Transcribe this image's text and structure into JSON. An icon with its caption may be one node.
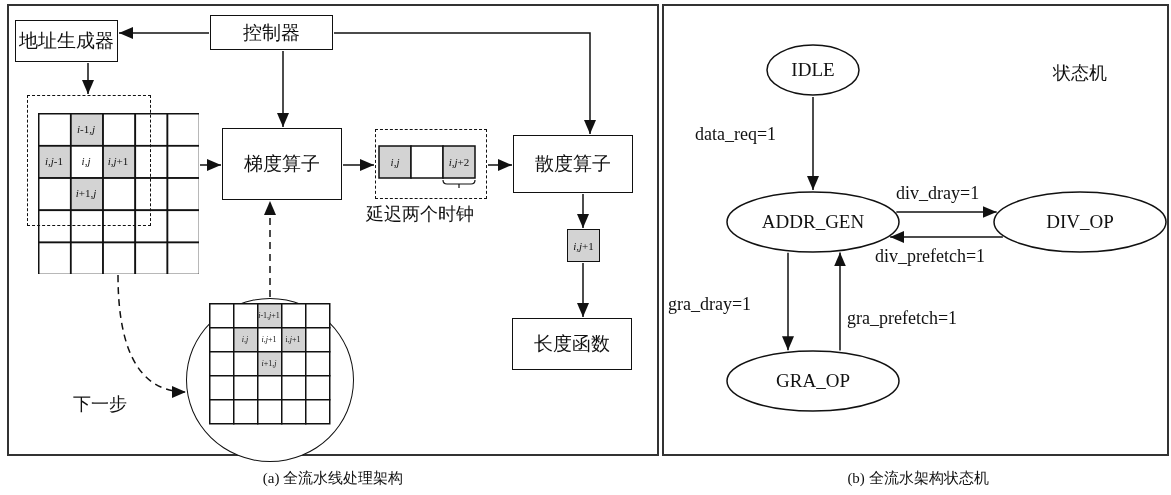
{
  "diagram": {
    "nodes": [
      {
        "text": [
          "地址生成器"
        ]
      },
      {
        "text": [
          "控制器"
        ]
      },
      {
        "text": [],
        "shape": "box"
      },
      {
        "text": [],
        "shape": "box"
      },
      {
        "text": [
          "梯度算子"
        ]
      },
      {
        "text": [],
        "shape": "box",
        "beside": [
          "延迟两个时钟"
        ]
      },
      {
        "text": [
          "散度算子"
        ]
      },
      {
        "text": [
          "*i*,*j*+1"
        ]
      },
      {
        "text": [
          "长度函数"
        ]
      },
      {
        "text": [],
        "shape": "circle"
      },
      {
        "text": [
          "IDLE"
        ]
      },
      {
        "text": [
          "ADDR_GEN"
        ]
      },
      {
        "text": [
          "DIV_OP"
        ]
      },
      {
        "text": [
          "GRA_OP"
        ]
      }
    ],
    "edges": [
      {
        "from": 1,
        "to": 0,
        "arrow": "to"
      },
      {
        "from": 1,
        "to": 4,
        "arrow": "to"
      },
      {
        "from": 1,
        "to": 6,
        "arrow": "to"
      },
      {
        "from": 0,
        "to": 2,
        "arrow": "to"
      },
      {
        "from": 3,
        "to": 4,
        "arrow": "to"
      },
      {
        "from": 4,
        "to": 5,
        "arrow": "to"
      },
      {
        "from": 5,
        "to": 6,
        "arrow": "to"
      },
      {
        "from": 6,
        "to": 7,
        "arrow": "to"
      },
      {
        "from": 7,
        "to": 8,
        "arrow": "to"
      },
      {
        "from": 3,
        "to": 9,
        "arrow": "to",
        "style": "dashed",
        "label": "下一步"
      },
      {
        "from": 9,
        "to": 4,
        "arrow": "to",
        "style": "dashed"
      },
      {
        "from": 10,
        "to": 11,
        "arrow": "to",
        "label": "data_req=1"
      },
      {
        "from": 11,
        "to": 12,
        "arrow": "to",
        "label": "div_dray=1"
      },
      {
        "from": 12,
        "to": 11,
        "arrow": "to",
        "label": "div_prefetch=1"
      },
      {
        "from": 11,
        "to": 13,
        "arrow": "to",
        "label": "gra_dray=1"
      },
      {
        "from": 13,
        "to": 11,
        "arrow": "to",
        "label": "gra_prefetch=1"
      }
    ],
    "labels": [
      "*i*-1,*j*",
      "*i*,*j*-1",
      "*i*,*j*",
      "*i*,*j*+1",
      "*i*+1,*j*",
      "*i*,*j*",
      "*i*,*j*+2",
      "*i*-1,*j*+1",
      "*i*,*j*",
      "*i*,*j*+1",
      "i,*j*+1",
      "*i*+1,*j*",
      "状态机",
      "(a) 全流水线处理架构",
      "(b) 全流水架构状态机"
    ]
  }
}
